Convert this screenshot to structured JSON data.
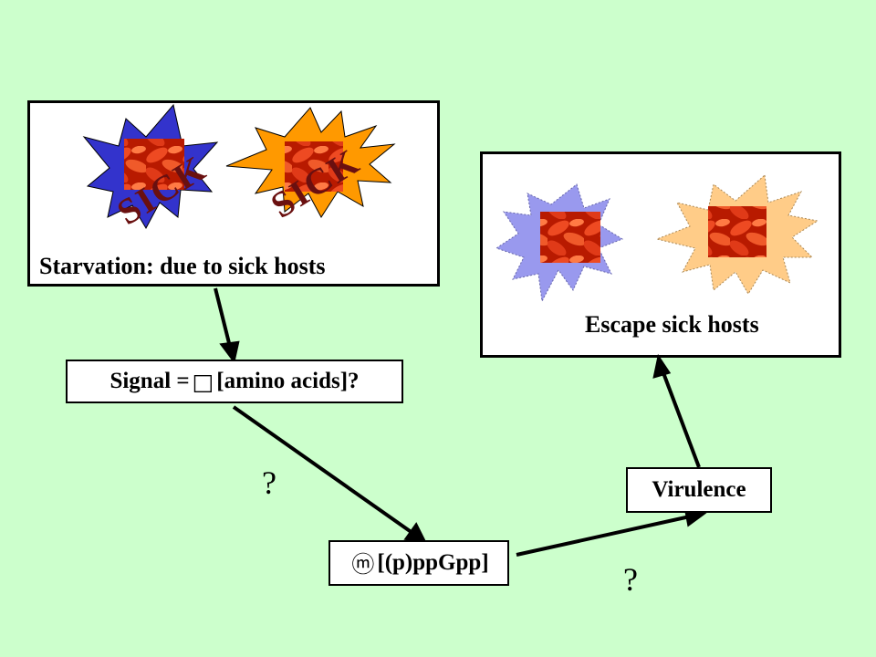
{
  "starvation_box": {
    "label": "Starvation: due to sick hosts",
    "sick_text_1": "SICK",
    "sick_text_2": "SICK"
  },
  "escape_box": {
    "label": "Escape sick hosts"
  },
  "signal_node": {
    "prefix": "Signal = ",
    "glyph": "□",
    "suffix": "[amino acids]?"
  },
  "ppgpp_node": {
    "glyph": "ⓜ",
    "text": "[(p)ppGpp]"
  },
  "virulence_node": {
    "label": "Virulence"
  },
  "question_marks": [
    "?",
    "?"
  ],
  "colors": {
    "background": "#ccffcc",
    "star_blue": "#3333cc",
    "star_orange": "#ff9900",
    "star_light_blue": "#9999ee",
    "star_light_orange": "#ffcc88",
    "bacteria_red": "#cc2200"
  },
  "icons": [
    "starburst-icon",
    "bacteria-image"
  ]
}
